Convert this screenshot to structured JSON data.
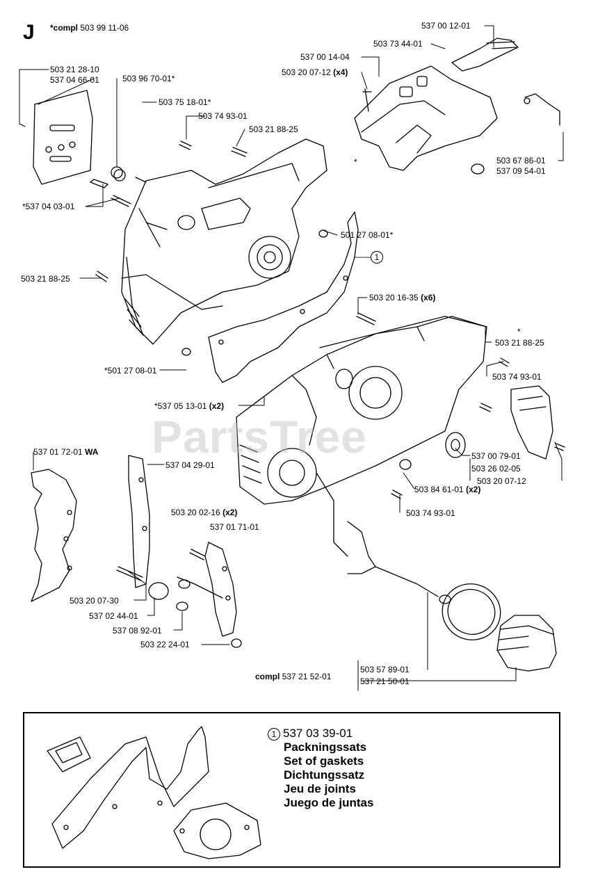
{
  "section_letter": "J",
  "title": {
    "prefix": "*compl",
    "number": "503 99 11-06"
  },
  "watermark": "PartsTree",
  "callouts": {
    "c01": "503 21 28-10",
    "c02": "537 04 66-01",
    "c03": "503 96 70-01*",
    "c04": "503 75 18-01*",
    "c05": "503 74 93-01",
    "c06": "503 21 88-25",
    "c07": "*537 04 03-01",
    "c08": "537 00 12-01",
    "c09": "503 73 44-01",
    "c10": "537 00 14-04",
    "c11": "503 20 07-12",
    "c11_qty": "(x4)",
    "c12": "503 67 86-01",
    "c13": "537 09 54-01",
    "c14": "501 27 08-01*",
    "c15": "503 21 88-25",
    "c16": "503 20 16-35",
    "c16_qty": "(x6)",
    "c17": "503 21 88-25",
    "c18": "*501 27 08-01",
    "c19": "503 74 93-01",
    "c20": "*537 05 13-01",
    "c20_qty": "(x2)",
    "c21": "537 01 72-01",
    "c21_suffix": "WA",
    "c22": "537 04 29-01",
    "c23": "537 00 79-01",
    "c24": "503 26 02-05",
    "c25": "503 20 07-12",
    "c26": "503 84 61-01",
    "c26_qty": "(x2)",
    "c27": "503 74 93-01",
    "c28": "503 20 02-16",
    "c28_qty": "(x2)",
    "c29": "537 01 71-01",
    "c30": "503 20 07-30",
    "c31": "537 02 44-01",
    "c32": "537 08 92-01",
    "c33": "503 22 24-01",
    "c34": "503 57 89-01",
    "c35_prefix": "compl",
    "c35": "537 21 52-01",
    "c36": "537 21 50-01",
    "ref_marker": "1",
    "star": "*"
  },
  "kit": {
    "marker": "1",
    "number": "537 03 39-01",
    "names": [
      "Packningssats",
      "Set of gaskets",
      "Dichtungssatz",
      "Jeu de joints",
      "Juego de juntas"
    ]
  }
}
